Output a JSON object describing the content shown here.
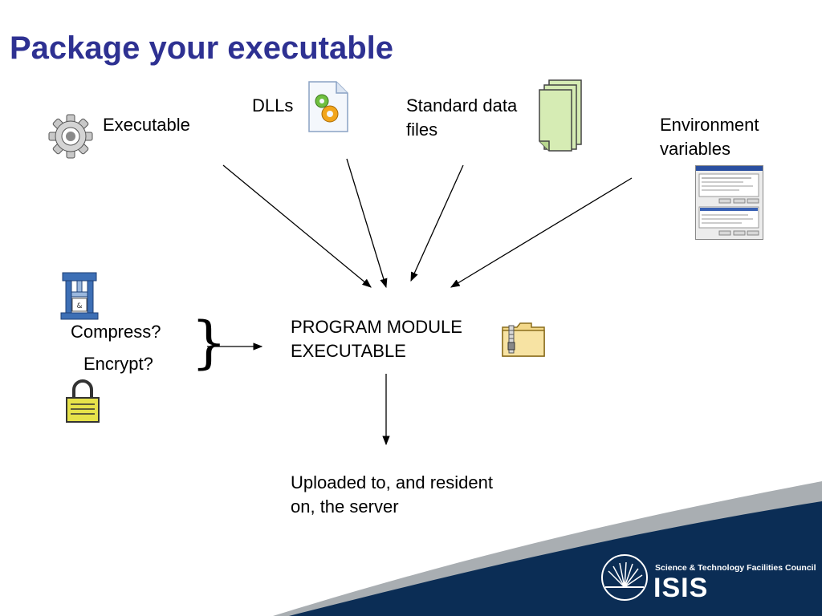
{
  "slide": {
    "title": "Package your executable"
  },
  "inputs": {
    "executable": "Executable",
    "dlls": "DLLs",
    "data_files_line1": "Standard data",
    "data_files_line2": "files",
    "env_line1": "Environment",
    "env_line2": "variables"
  },
  "options": {
    "compress": "Compress?",
    "encrypt": "Encrypt?"
  },
  "module": {
    "line1": "PROGRAM MODULE",
    "line2": "EXECUTABLE"
  },
  "output": {
    "line1": "Uploaded to, and resident",
    "line2": "on, the server"
  },
  "footer": {
    "org": "Science & Technology Facilities Council",
    "brand": "ISIS"
  },
  "colors": {
    "title": "#2e3192",
    "footer_band": "#0b2d55",
    "footer_grey": "#a9aeb2"
  },
  "icons": [
    "gear-icon",
    "dll-file-icon",
    "stacked-documents-icon",
    "settings-window-icon",
    "press-icon",
    "padlock-icon",
    "zip-folder-icon",
    "isis-sun-logo"
  ]
}
